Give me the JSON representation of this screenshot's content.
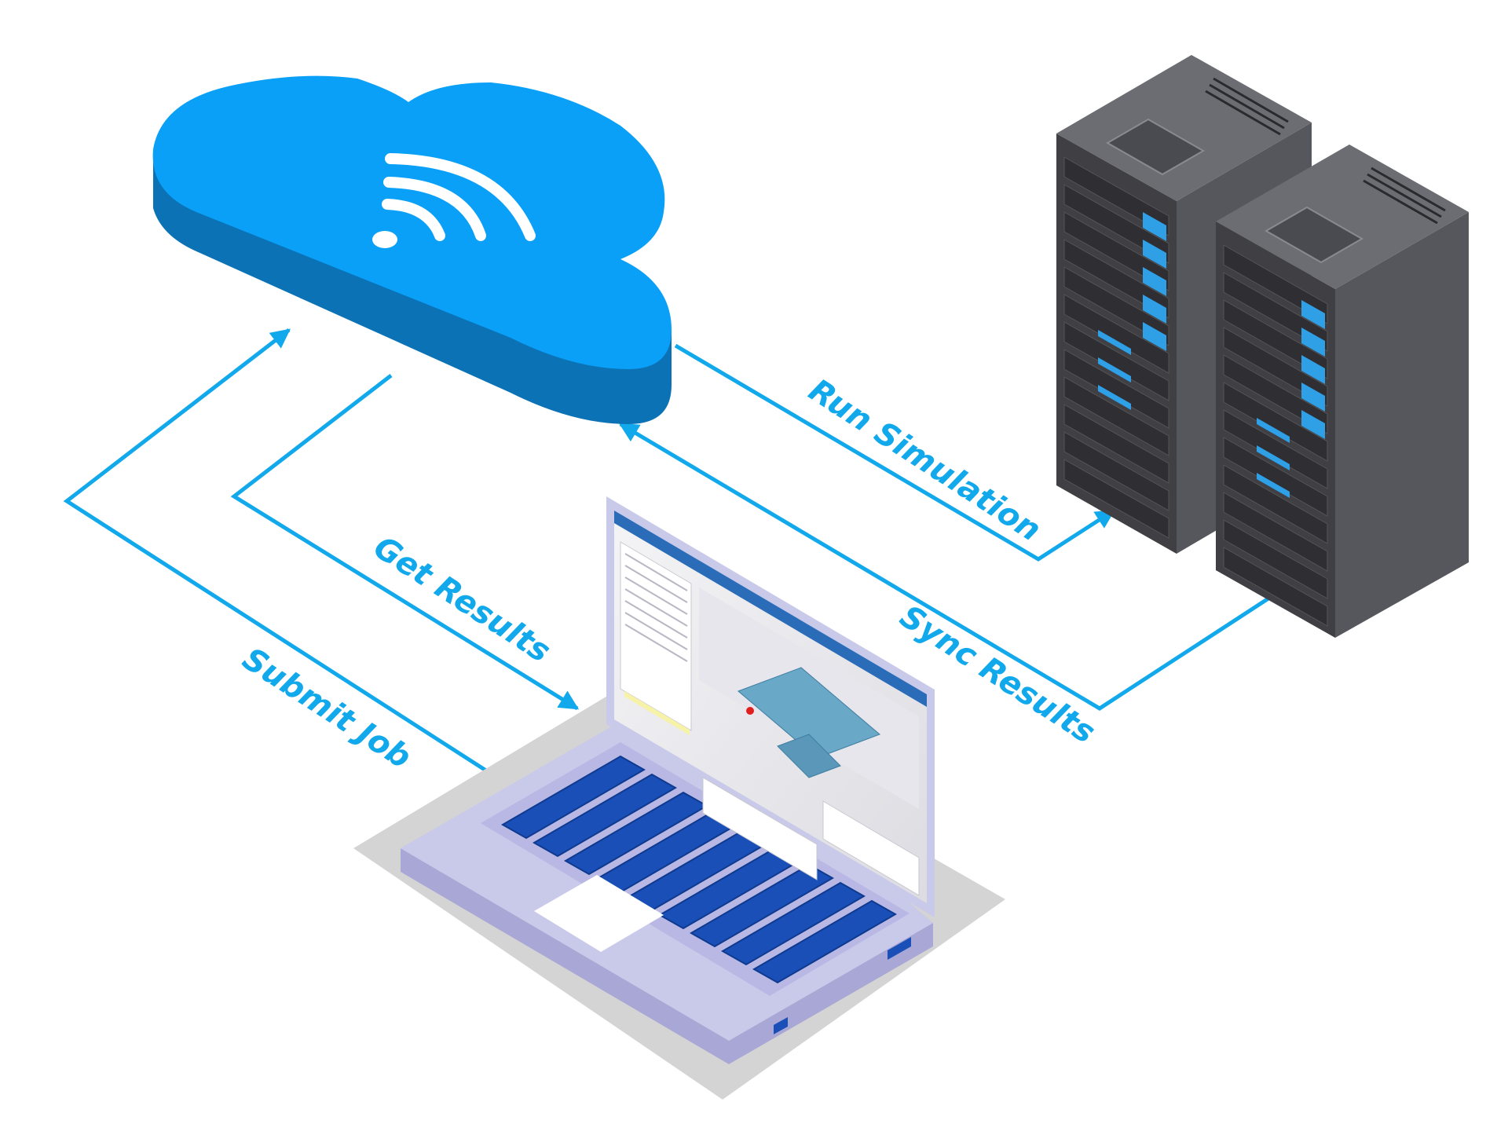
{
  "colors": {
    "flow": "#12a9ec",
    "cloud_top": "#0aa0f7",
    "cloud_side": "#0b72b6",
    "server_dark": "#3f3f44",
    "server_mid": "#56575c",
    "server_light": "#6c6d72",
    "led_blue": "#2f9fe6",
    "laptop_body": "#c9c9ea",
    "laptop_edge": "#a9a7d6",
    "key_blue": "#1a4fb8",
    "shadow": "#d4d4d4"
  },
  "flows": {
    "submit_job": "Submit Job",
    "get_results": "Get Results",
    "run_simulation": "Run Simulation",
    "sync_results": "Sync Results"
  },
  "icons": {
    "cloud": "cloud-icon",
    "signal": "wifi-signal-icon",
    "server": "server-rack-icon",
    "laptop": "laptop-icon"
  }
}
